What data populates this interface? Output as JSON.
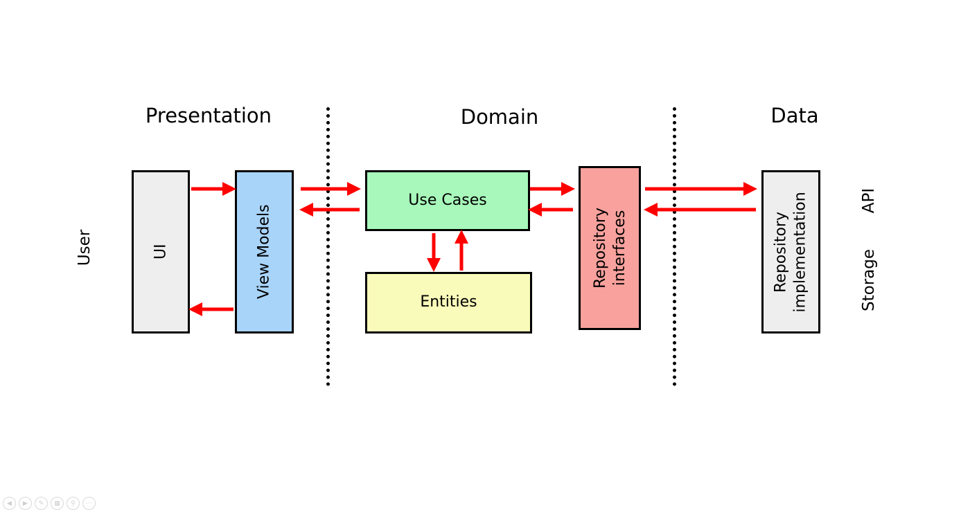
{
  "headings": {
    "presentation": "Presentation",
    "domain": "Domain",
    "data": "Data"
  },
  "side_labels": {
    "user": "User",
    "api": "API",
    "storage": "Storage"
  },
  "boxes": {
    "ui": {
      "label": "UI",
      "fill": "#eeeeee"
    },
    "view_models": {
      "label": "View Models",
      "fill": "#a9d4fa"
    },
    "use_cases": {
      "label": "Use Cases",
      "fill": "#a7f8ba"
    },
    "entities": {
      "label": "Entities",
      "fill": "#f9fbba"
    },
    "repository_interfaces": {
      "label": "Repository\ninterfaces",
      "fill": "#f8a19d"
    },
    "repository_implementation": {
      "label": "Repository\nimplementation",
      "fill": "#eeeeee"
    }
  },
  "colors": {
    "arrow": "#ff0000",
    "border": "#000000",
    "divider": "#000000"
  },
  "slide_controls": [
    "previous-icon",
    "next-icon",
    "pen-icon",
    "slides-icon",
    "zoom-icon",
    "more-icon"
  ]
}
